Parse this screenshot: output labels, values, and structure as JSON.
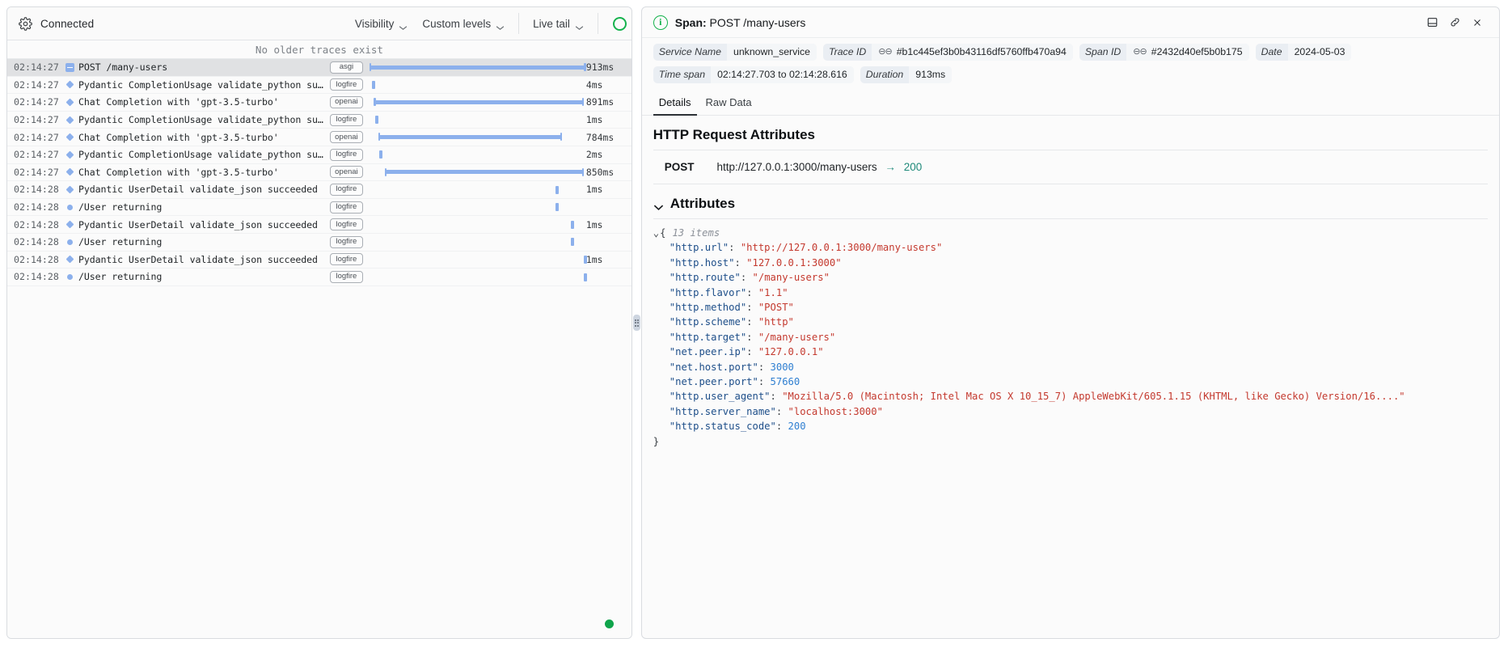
{
  "left_panel": {
    "toolbar": {
      "gear_icon": "gear-icon",
      "connection_status": "Connected",
      "visibility_label": "Visibility",
      "custom_levels_label": "Custom levels",
      "live_tail_label": "Live tail"
    },
    "empty_notice": "No older traces exist",
    "columns": [
      "time",
      "icon",
      "label",
      "tag",
      "timeline",
      "duration"
    ],
    "rows": [
      {
        "time": "02:14:27",
        "icon": "minus-square-icon",
        "label": "POST /many-users",
        "tag": "asgi",
        "duration": "913ms",
        "bar_start_pct": 0,
        "bar_width_pct": 100,
        "selected": true,
        "depth": 0
      },
      {
        "time": "02:14:27",
        "icon": "diamond-icon",
        "label": "Pydantic CompletionUsage validate_python succeeded",
        "tag": "logfire",
        "duration": "4ms",
        "bar_start_pct": 1,
        "bar_width_pct": 0,
        "selected": false,
        "depth": 1
      },
      {
        "time": "02:14:27",
        "icon": "diamond-icon",
        "label": "Chat Completion with 'gpt-3.5-turbo'",
        "tag": "openai",
        "duration": "891ms",
        "bar_start_pct": 2,
        "bar_width_pct": 97,
        "selected": false,
        "depth": 1
      },
      {
        "time": "02:14:27",
        "icon": "diamond-icon",
        "label": "Pydantic CompletionUsage validate_python succeeded",
        "tag": "logfire",
        "duration": "1ms",
        "bar_start_pct": 2.5,
        "bar_width_pct": 0,
        "selected": false,
        "depth": 1
      },
      {
        "time": "02:14:27",
        "icon": "diamond-icon",
        "label": "Chat Completion with 'gpt-3.5-turbo'",
        "tag": "openai",
        "duration": "784ms",
        "bar_start_pct": 4,
        "bar_width_pct": 85,
        "selected": false,
        "depth": 1
      },
      {
        "time": "02:14:27",
        "icon": "diamond-icon",
        "label": "Pydantic CompletionUsage validate_python succeeded",
        "tag": "logfire",
        "duration": "2ms",
        "bar_start_pct": 4.5,
        "bar_width_pct": 0,
        "selected": false,
        "depth": 1
      },
      {
        "time": "02:14:27",
        "icon": "diamond-icon",
        "label": "Chat Completion with 'gpt-3.5-turbo'",
        "tag": "openai",
        "duration": "850ms",
        "bar_start_pct": 7,
        "bar_width_pct": 92,
        "selected": false,
        "depth": 1
      },
      {
        "time": "02:14:28",
        "icon": "diamond-icon",
        "label": "Pydantic UserDetail validate_json succeeded",
        "tag": "logfire",
        "duration": "1ms",
        "bar_start_pct": 86,
        "bar_width_pct": 0,
        "selected": false,
        "depth": 1
      },
      {
        "time": "02:14:28",
        "icon": "dot-icon",
        "label": "/User returning",
        "tag": "logfire",
        "duration": "",
        "bar_start_pct": 86,
        "bar_width_pct": 0,
        "selected": false,
        "depth": 1
      },
      {
        "time": "02:14:28",
        "icon": "diamond-icon",
        "label": "Pydantic UserDetail validate_json succeeded",
        "tag": "logfire",
        "duration": "1ms",
        "bar_start_pct": 93,
        "bar_width_pct": 0,
        "selected": false,
        "depth": 1
      },
      {
        "time": "02:14:28",
        "icon": "dot-icon",
        "label": "/User returning",
        "tag": "logfire",
        "duration": "",
        "bar_start_pct": 93,
        "bar_width_pct": 0,
        "selected": false,
        "depth": 1
      },
      {
        "time": "02:14:28",
        "icon": "diamond-icon",
        "label": "Pydantic UserDetail validate_json succeeded",
        "tag": "logfire",
        "duration": "1ms",
        "bar_start_pct": 99,
        "bar_width_pct": 0,
        "selected": false,
        "depth": 1
      },
      {
        "time": "02:14:28",
        "icon": "dot-icon",
        "label": "/User returning",
        "tag": "logfire",
        "duration": "",
        "bar_start_pct": 99,
        "bar_width_pct": 0,
        "selected": false,
        "depth": 1
      }
    ],
    "status_dot_color": "#0fa44b"
  },
  "right_panel": {
    "header": {
      "info_icon": "info-circle-icon",
      "info_glyph": "i",
      "title_prefix": "Span:",
      "title_value": "POST /many-users",
      "icons": [
        "panel-layout-icon",
        "link-icon",
        "close-icon"
      ]
    },
    "chips": [
      {
        "key": "Service Name",
        "value": "unknown_service",
        "link": false
      },
      {
        "key": "Trace ID",
        "value": "#b1c445ef3b0b43116df5760ffb470a94",
        "link": true
      },
      {
        "key": "Span ID",
        "value": "#2432d40ef5b0b175",
        "link": true
      },
      {
        "key": "Date",
        "value": "2024-05-03",
        "link": false
      },
      {
        "key": "Time span",
        "value": "02:14:27.703 to 02:14:28.616",
        "link": false
      },
      {
        "key": "Duration",
        "value": "913ms",
        "link": false
      }
    ],
    "tabs": [
      {
        "label": "Details",
        "active": true
      },
      {
        "label": "Raw Data",
        "active": false
      }
    ],
    "http_section": {
      "heading": "HTTP Request Attributes",
      "method": "POST",
      "url": "http://127.0.0.1:3000/many-users",
      "arrow": "→",
      "status_code": "200",
      "status_color": "#1f8a7a"
    },
    "attributes_section": {
      "heading": "Attributes",
      "caret": "chevron-down-icon",
      "open_brace": "{",
      "close_brace": "}",
      "item_count_label": "13 items",
      "entries": [
        {
          "key": "\"http.url\"",
          "value": "\"http://127.0.0.1:3000/many-users\"",
          "type": "string"
        },
        {
          "key": "\"http.host\"",
          "value": "\"127.0.0.1:3000\"",
          "type": "string"
        },
        {
          "key": "\"http.route\"",
          "value": "\"/many-users\"",
          "type": "string"
        },
        {
          "key": "\"http.flavor\"",
          "value": "\"1.1\"",
          "type": "string"
        },
        {
          "key": "\"http.method\"",
          "value": "\"POST\"",
          "type": "string"
        },
        {
          "key": "\"http.scheme\"",
          "value": "\"http\"",
          "type": "string"
        },
        {
          "key": "\"http.target\"",
          "value": "\"/many-users\"",
          "type": "string"
        },
        {
          "key": "\"net.peer.ip\"",
          "value": "\"127.0.0.1\"",
          "type": "string"
        },
        {
          "key": "\"net.host.port\"",
          "value": "3000",
          "type": "number"
        },
        {
          "key": "\"net.peer.port\"",
          "value": "57660",
          "type": "number"
        },
        {
          "key": "\"http.user_agent\"",
          "value": "\"Mozilla/5.0 (Macintosh; Intel Mac OS X 10_15_7) AppleWebKit/605.1.15 (KHTML, like Gecko) Version/16....\"",
          "type": "string"
        },
        {
          "key": "\"http.server_name\"",
          "value": "\"localhost:3000\"",
          "type": "string"
        },
        {
          "key": "\"http.status_code\"",
          "value": "200",
          "type": "number"
        }
      ]
    }
  }
}
